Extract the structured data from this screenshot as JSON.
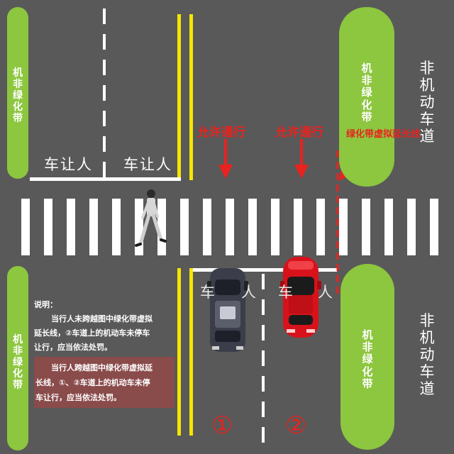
{
  "green_belts": {
    "upper_left": [
      "机",
      "非",
      "绿",
      "化",
      "带"
    ],
    "upper_right": [
      "机",
      "非",
      "绿",
      "化",
      "带"
    ],
    "lower_left": [
      "机",
      "非",
      "绿",
      "化",
      "带"
    ],
    "lower_right": [
      "机",
      "非",
      "绿",
      "化",
      "带"
    ]
  },
  "side_labels": {
    "upper_right": [
      "非",
      "机",
      "动",
      "车",
      "道"
    ],
    "lower_right": [
      "非",
      "机",
      "动",
      "车",
      "道"
    ]
  },
  "road_marks": {
    "yield_left": "车让人",
    "yield_right": "车让人",
    "yield_partial_1": "车",
    "yield_partial_1b": "人",
    "yield_partial_2": "车",
    "yield_partial_2b": "人"
  },
  "annotations": {
    "allow_1": "允许通行",
    "allow_2": "允许通行",
    "extension": "绿化带虚拟延长线"
  },
  "notes": {
    "title": "说明：",
    "para1": [
      "当行人未跨越图中绿化带虚拟",
      "延长线，②车道上的机动车未停车",
      "让行，应当依法处罚。"
    ],
    "para2": [
      "当行人跨越图中绿化带虚拟延",
      "长线，①、②车道上的机动车未停",
      "车让行，应当依法处罚。"
    ]
  },
  "lane_numbers": [
    "①",
    "②"
  ],
  "colors": {
    "road": "#595959",
    "green_belt": "#8dc63f",
    "yellow_line": "#f5e600",
    "annotation_red": "#e8231f",
    "note_box": "#8a4b4b",
    "car_red": "#d8121b",
    "car_dark": "#3b3e4a"
  }
}
